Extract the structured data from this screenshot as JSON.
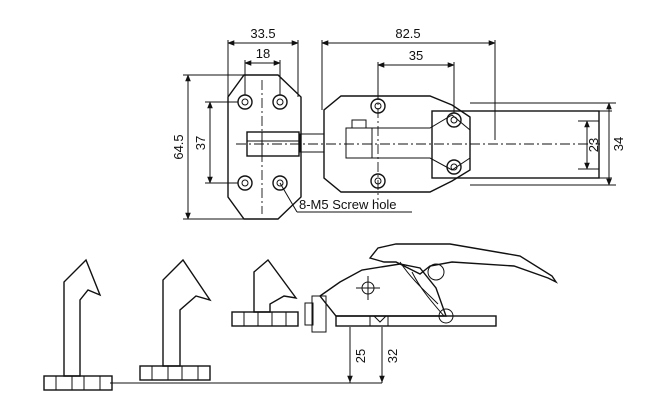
{
  "dimensions": {
    "width_mount": "33.5",
    "hole_pitch_small": "18",
    "total_length": "82.5",
    "hole_pitch_large": "35",
    "overall_height": "64.5",
    "hole_spacing_vertical": "37",
    "bar_width": "23",
    "body_width": "34",
    "height_25": "25",
    "height_32": "32"
  },
  "annotations": {
    "screw_hole_label": "8-M5 Screw hole"
  }
}
